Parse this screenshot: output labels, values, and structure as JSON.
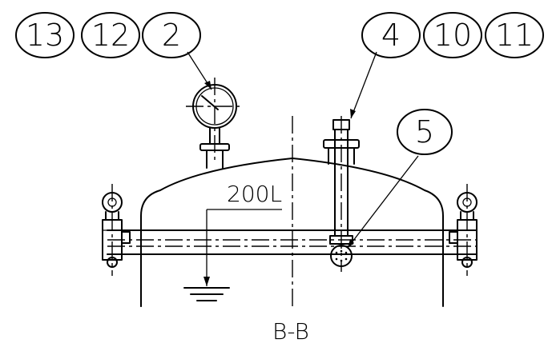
{
  "drawing": {
    "section_label": "B-B",
    "volume_label": "200L"
  },
  "callouts": {
    "left_group": [
      "13",
      "12",
      "2"
    ],
    "right_group": [
      "4",
      "10",
      "11"
    ],
    "single": "5"
  }
}
